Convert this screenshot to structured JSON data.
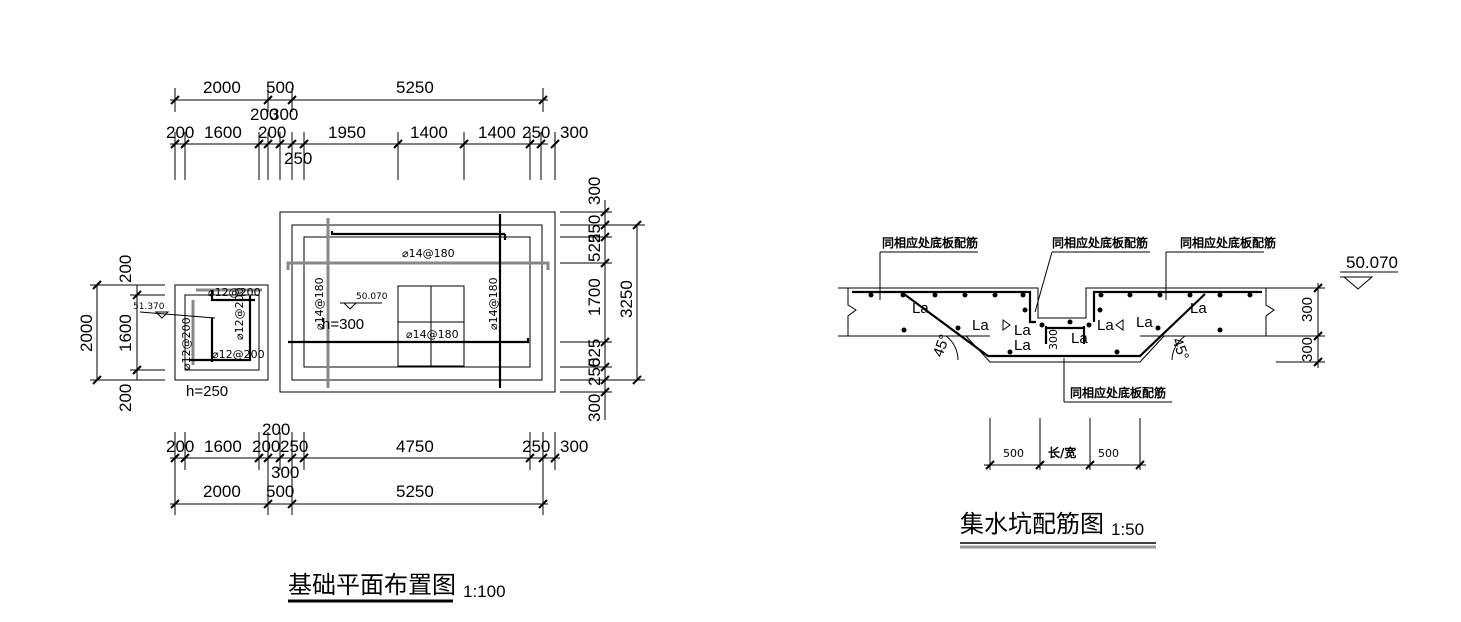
{
  "plan": {
    "title": "基础平面布置图",
    "scale": "1:100",
    "top_dims_row1": [
      "2000",
      "500",
      "5250"
    ],
    "top_dims_row2": [
      "200",
      "1600",
      "200",
      "1950",
      "1400",
      "1400",
      "250",
      "300"
    ],
    "top_dims_extra": [
      "200",
      "300",
      "250"
    ],
    "bottom_dims_row1": [
      "200",
      "1600",
      "200",
      "250",
      "4750",
      "250",
      "300"
    ],
    "bottom_dims_extra": [
      "200",
      "300"
    ],
    "bottom_dims_row2": [
      "2000",
      "500",
      "5250"
    ],
    "left_dims": [
      "200",
      "2000",
      "1600",
      "200"
    ],
    "right_dims": [
      "300",
      "250",
      "525",
      "1700",
      "525",
      "250",
      "300",
      "3250"
    ],
    "small_pit": {
      "elevation": "51.370",
      "rebar_top": "⌀12@200",
      "rebar_bottom": "⌀12@200",
      "rebar_left": "⌀12@200",
      "rebar_right": "⌀12@200",
      "thickness": "h=250"
    },
    "large_pit": {
      "rebar_top": "⌀14@180",
      "rebar_mid": "⌀14@180",
      "rebar_left": "⌀14@180",
      "rebar_right": "⌀14@180",
      "elevation": "50.070",
      "thickness": "h=300"
    }
  },
  "section": {
    "title": "集水坑配筋图",
    "scale": "1:50",
    "label_note": "同相应处底板配筋",
    "anchor": "La",
    "angle": "45°",
    "elevation": "50.070",
    "dim_300_a": "300",
    "dim_300_b": "300",
    "dim_300_c": "300",
    "bottom_dims": [
      "500",
      "长/宽",
      "500"
    ]
  }
}
